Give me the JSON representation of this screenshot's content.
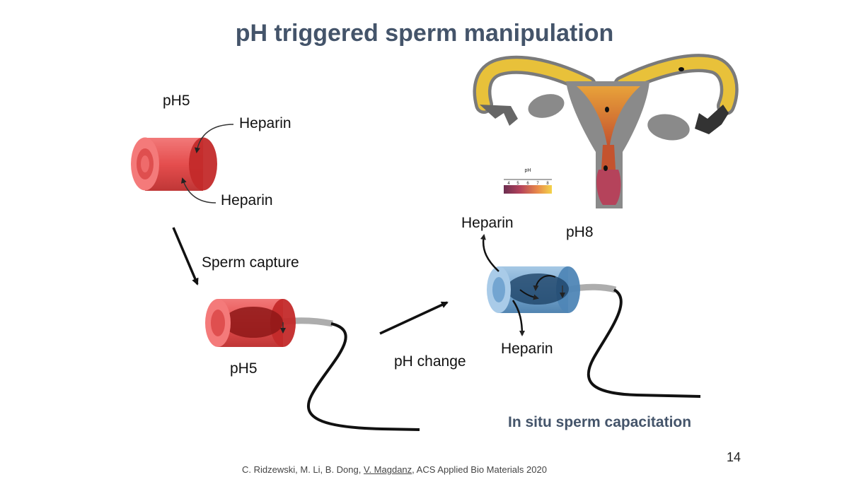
{
  "title": "pH triggered sperm manipulation",
  "labels": {
    "ph5_top": "pH5",
    "heparin_top": "Heparin",
    "heparin_bottom": "Heparin",
    "sperm_capture": "Sperm capture",
    "ph5_bottom": "pH5",
    "ph_change": "pH change",
    "heparin_release_top": "Heparin",
    "ph8": "pH8",
    "heparin_release_bottom": "Heparin",
    "in_situ": "In situ sperm capacitation"
  },
  "ph_scale": {
    "title": "pH",
    "ticks": [
      "4",
      "5",
      "6",
      "7",
      "8"
    ]
  },
  "page_number": "14",
  "citation": {
    "authors_prefix": "C. Ridzewski, M. Li, B. Dong, ",
    "highlighted_author": "V. Magdanz",
    "journal": ", ACS  Applied Bio Materials 2020"
  },
  "colors": {
    "title": "#44546a",
    "tube_red": "#e84848",
    "tube_blue": "#6fa3cf",
    "oviduct_yellow": "#e8c13a",
    "uterus_grey": "#8a8a8a"
  }
}
